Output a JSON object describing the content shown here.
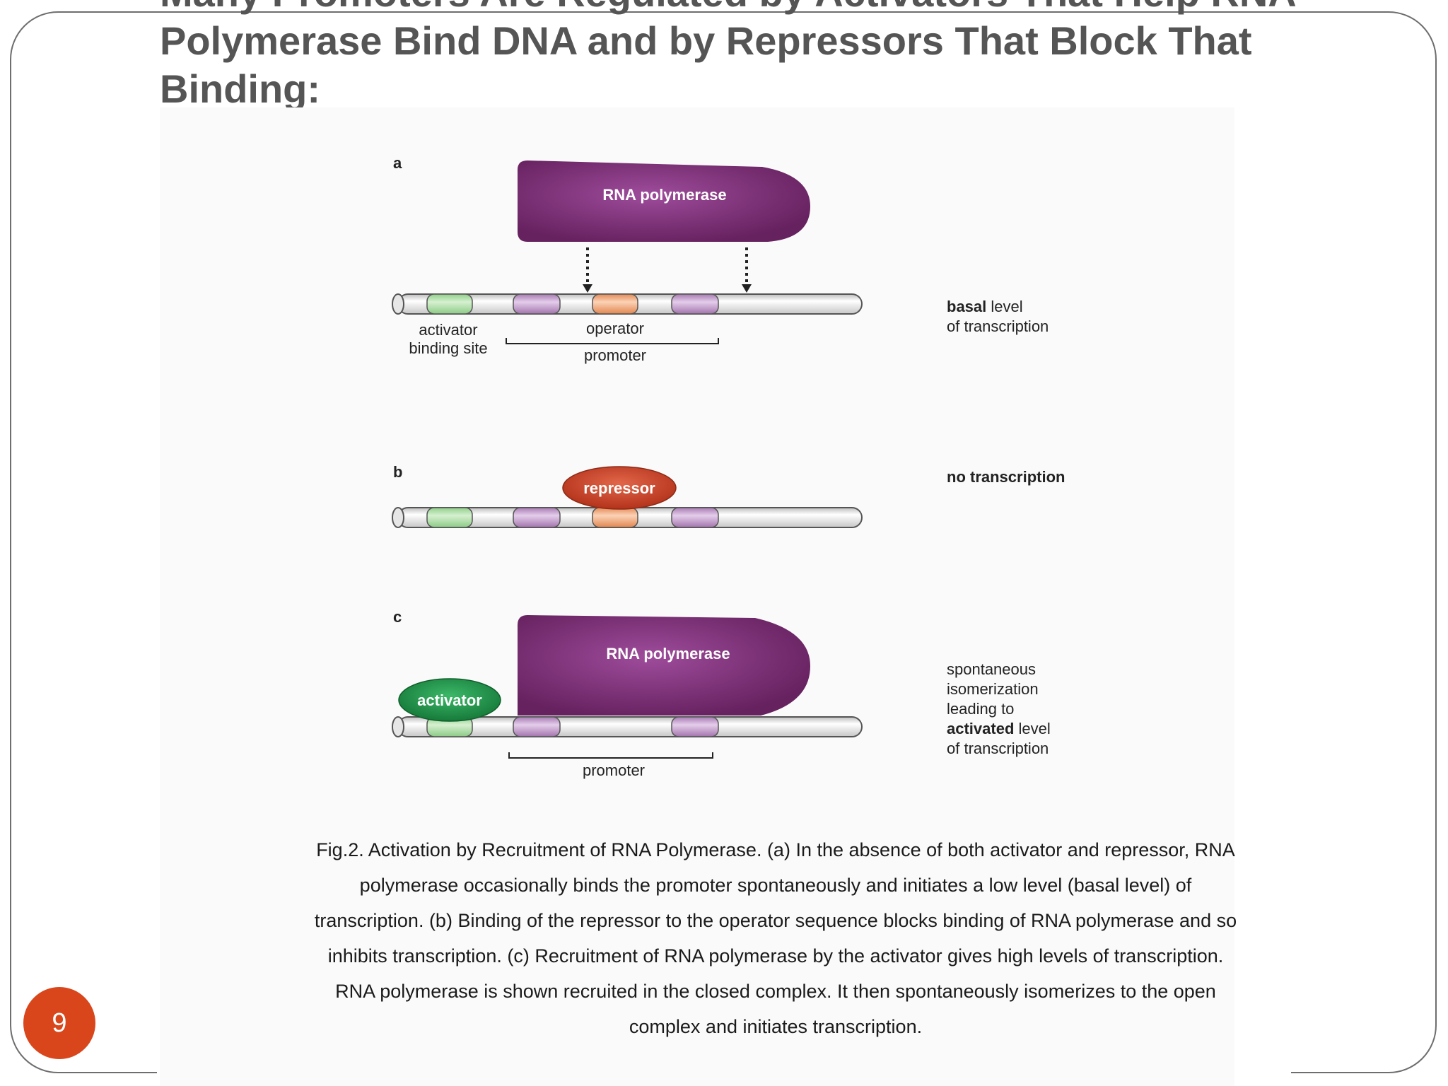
{
  "slide": {
    "title": "Many Promoters Are Regulated by Activators That Help RNA Polymerase Bind DNA and by Repressors That Block That Binding:",
    "page_number": "9"
  },
  "diagram": {
    "colors": {
      "polymerase": "#7a2e78",
      "activator_site": "#b7dfb0",
      "operator": "#f2ad84",
      "promoter_element": "#c7a1ce",
      "repressor": "#c8432a",
      "activator": "#1f9a4c",
      "dna": "#f2f2f2"
    },
    "panel_a": {
      "letter": "a",
      "polymerase_label": "RNA polymerase",
      "activator_site_label_line1": "activator",
      "activator_site_label_line2": "binding site",
      "operator_label": "operator",
      "promoter_label": "promoter",
      "outcome_line1_bold": "basal",
      "outcome_line1_rest": " level",
      "outcome_line2": "of transcription"
    },
    "panel_b": {
      "letter": "b",
      "repressor_label": "repressor",
      "outcome": "no transcription"
    },
    "panel_c": {
      "letter": "c",
      "polymerase_label": "RNA polymerase",
      "activator_label": "activator",
      "promoter_label": "promoter",
      "outcome_line1": "spontaneous",
      "outcome_line2": "isomerization",
      "outcome_line3": "leading to",
      "outcome_line4_bold": "activated",
      "outcome_line4_rest": " level",
      "outcome_line5": "of transcription"
    },
    "caption": "Fig.2. Activation by Recruitment of RNA Polymerase. (a) In the absence of both activator and repressor, RNA polymerase occasionally binds the promoter spontaneously and initiates a low level (basal level) of transcription. (b) Binding of the repressor to the operator sequence blocks binding of RNA polymerase and so inhibits transcription. (c) Recruitment of RNA polymerase by the activator gives high levels of transcription. RNA polymerase is shown recruited in the closed complex. It then spontaneously isomerizes to the open complex and initiates transcription."
  }
}
